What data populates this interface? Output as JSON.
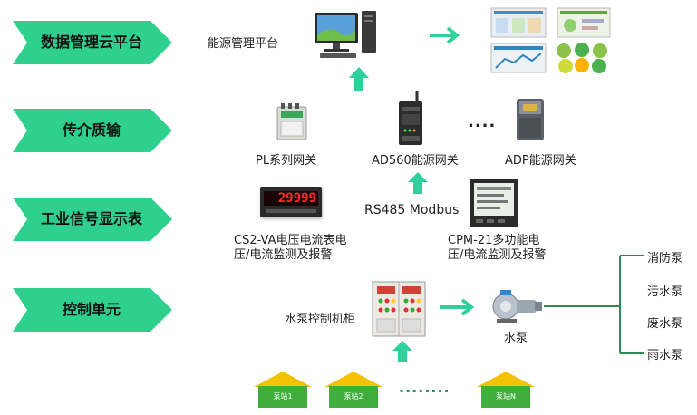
{
  "layers": [
    {
      "label": "数据管理云平台"
    },
    {
      "label": "传介质输"
    },
    {
      "label": "工业信号显示表"
    },
    {
      "label": "控制单元"
    }
  ],
  "platform": {
    "label": "能源管理平台"
  },
  "gateways": {
    "pl": "PL系列网关",
    "ad560": "AD560能源网关",
    "ellipsis": "....",
    "adp": "ADP能源网关"
  },
  "protocol": "RS485 Modbus",
  "meters": {
    "cs2_line1": "CS2-VA电压电流表电",
    "cs2_line2": "压/电流监测及报警",
    "cs2_display": "29999",
    "cpm_line1": "CPM-21多功能电",
    "cpm_line2": "压/电流监测及报警"
  },
  "control": {
    "cabinet": "水泵控制机柜",
    "pump": "水泵"
  },
  "pumps": [
    "消防泵",
    "污水泵",
    "废水泵",
    "雨水泵"
  ],
  "stations": [
    "泵站1",
    "泵站2",
    "泵站N"
  ],
  "dots": "........",
  "colors": {
    "layer": "#2fcf8e",
    "arrow": "#2fd19a",
    "roof": "#f2c200",
    "station": "#3fae3c",
    "line": "#2e8b57"
  }
}
